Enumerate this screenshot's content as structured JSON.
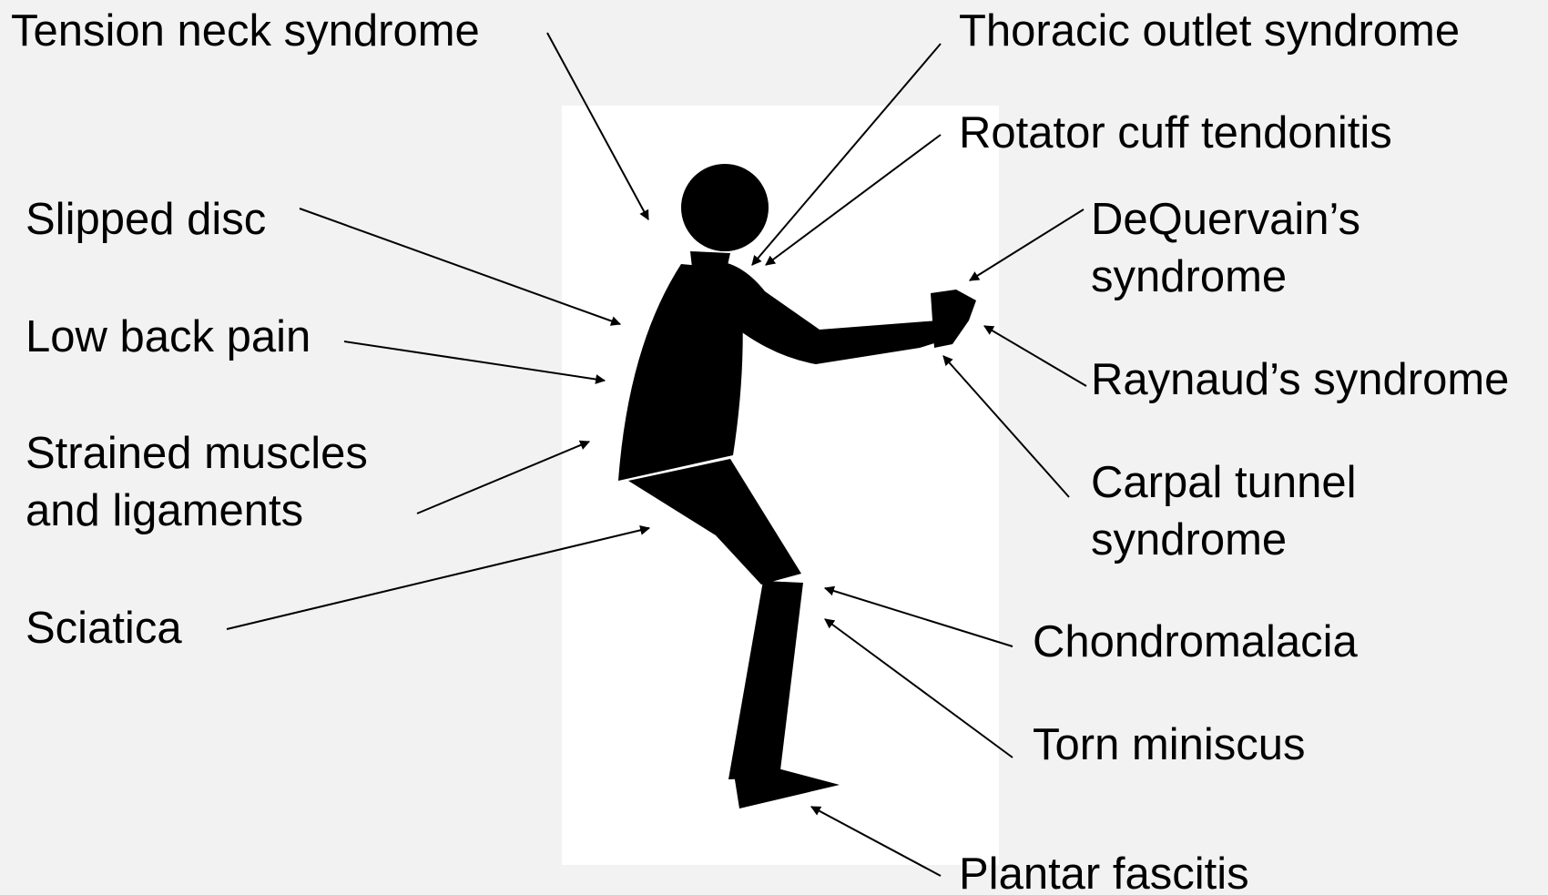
{
  "colors": {
    "background": "#f2f2f2",
    "panel": "#ffffff",
    "figure": "#000000",
    "arrow": "#000000",
    "text": "#000000"
  },
  "labels": {
    "tension_neck": "Tension neck syndrome",
    "thoracic_outlet": "Thoracic outlet syndrome",
    "rotator_cuff": "Rotator cuff tendonitis",
    "dequervain_line1": "DeQuervain’s",
    "dequervain_line2": "syndrome",
    "slipped_disc": "Slipped disc",
    "low_back_pain": "Low back pain",
    "raynaud": "Raynaud’s syndrome",
    "strained_line1": "Strained muscles",
    "strained_line2": "and ligaments",
    "carpal_line1": "Carpal tunnel",
    "carpal_line2": "syndrome",
    "sciatica": "Sciatica",
    "chondromalacia": "Chondromalacia",
    "torn_miniscus": "Torn miniscus",
    "plantar_fascitis": "Plantar fascitis"
  }
}
